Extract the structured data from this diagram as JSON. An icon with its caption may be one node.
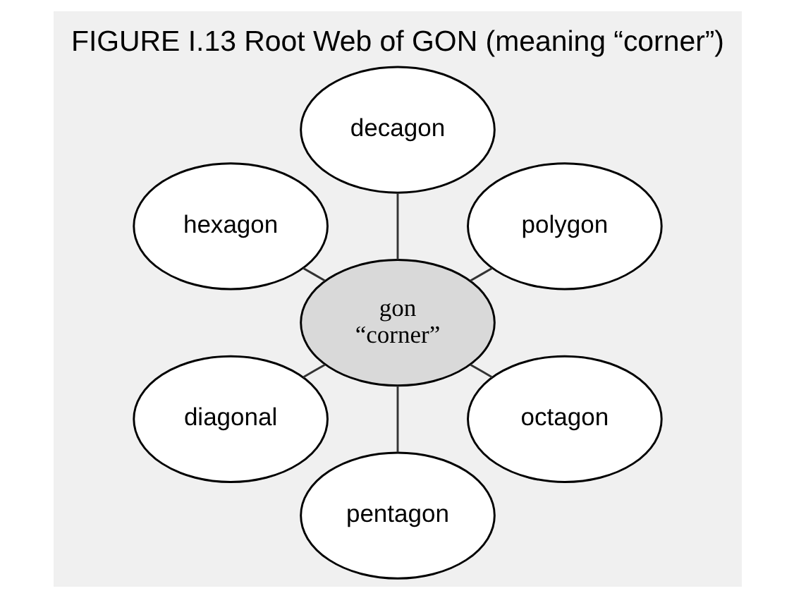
{
  "diagram": {
    "title": "FIGURE I.13 Root Web of GON (meaning “corner”)",
    "nodes": [
      {
        "text": [
          "polygon"
        ]
      },
      {
        "text": [
          "decagon"
        ]
      },
      {
        "text": [
          "hexagon"
        ]
      },
      {
        "text": [
          "gon",
          "“corner”"
        ]
      },
      {
        "text": [
          "diagonal"
        ]
      },
      {
        "text": [
          "pentagon"
        ]
      },
      {
        "text": [
          "octagon"
        ]
      }
    ],
    "edges": [
      {
        "from": 3,
        "to": 0,
        "arrow": "none"
      },
      {
        "from": 3,
        "to": 2,
        "arrow": "none"
      },
      {
        "from": 3,
        "to": 5,
        "arrow": "none"
      },
      {
        "from": 3,
        "to": 6,
        "arrow": "none"
      },
      {
        "from": 3,
        "to": 4,
        "arrow": "none"
      },
      {
        "from": 3,
        "to": 1,
        "arrow": "none"
      }
    ]
  }
}
